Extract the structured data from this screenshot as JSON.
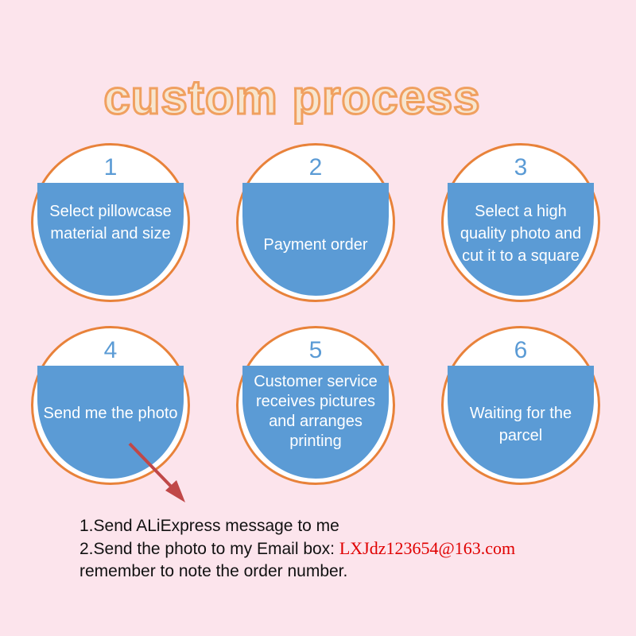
{
  "title": "custom process",
  "colors": {
    "background": "#fce4ec",
    "accent_orange": "#e8823a",
    "circle_blue": "#5b9bd5",
    "email_red": "#e00000"
  },
  "steps": [
    {
      "number": "1",
      "label": "Select pillowcase material and size"
    },
    {
      "number": "2",
      "label": "Payment order"
    },
    {
      "number": "3",
      "label": "Select a high quality photo and cut it to a square"
    },
    {
      "number": "4",
      "label": "Send me the photo"
    },
    {
      "number": "5",
      "label": "Customer service receives pictures and arranges printing"
    },
    {
      "number": "6",
      "label": "Waiting for the parcel"
    }
  ],
  "instructions": {
    "line1": "1.Send ALiExpress message to me",
    "line2_prefix": "2.Send the photo to my Email box: ",
    "email": "LXJdz123654@163.com",
    "line3": "remember to note the order number."
  }
}
